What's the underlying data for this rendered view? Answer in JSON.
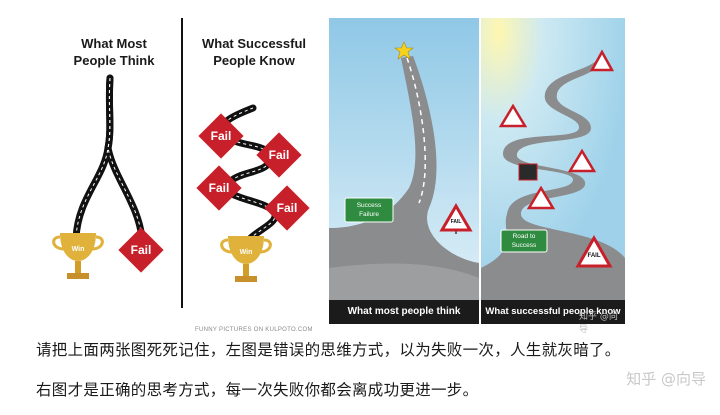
{
  "left_comic": {
    "heading_left": [
      "What Most",
      "People Think"
    ],
    "heading_right": [
      "What Successful",
      "People Know"
    ],
    "win_label": "Win",
    "fail_label": "Fail",
    "credit": "FUNNY PICTURES ON KULPOTO.COM"
  },
  "road_left": {
    "sign_top": "Success",
    "sign_bottom": "Failure",
    "fail_sign": "FAIL",
    "caption": "What most people think"
  },
  "road_right": {
    "fail_sign": "FAIL",
    "sign_top": "Road to",
    "sign_bottom": "Success",
    "caption_a": "What successful people know",
    "watermark": "知乎 @向导"
  },
  "paragraph": {
    "line1": "请把上面两张图死死记住，左图是错误的思维方式，以为失败一次，人生就灰暗了。",
    "line2": "右图才是正确的思考方式，每一次失败你都会离成功更进一步。"
  },
  "bottom_watermark": "知乎 @向导",
  "colors": {
    "fail_red": "#c8202a",
    "win_gold": "#e0b23c",
    "sky_blue": "#a9d6ec",
    "road_gray": "#8a8c8e",
    "sign_green": "#2e8b3f"
  }
}
